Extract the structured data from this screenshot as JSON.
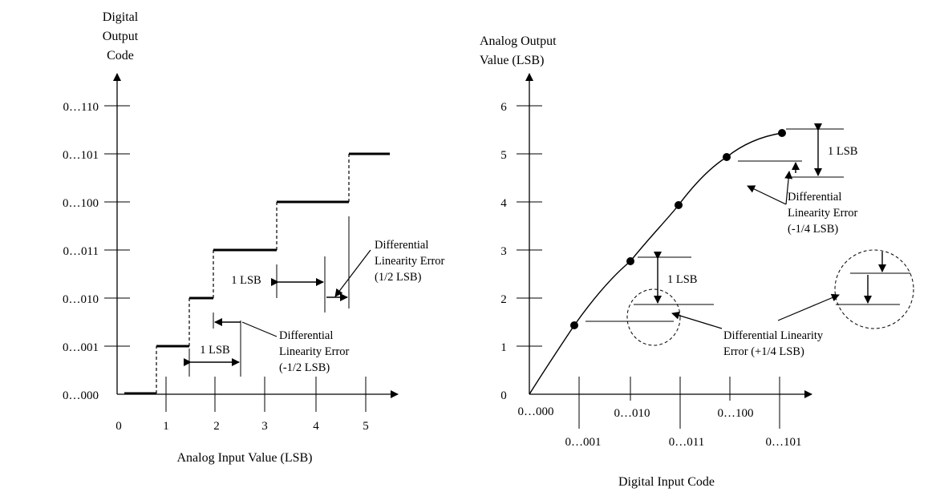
{
  "colors": {
    "ink": "#000000",
    "background": "#ffffff"
  },
  "adc": {
    "y_title": [
      "Digital",
      "Output",
      "Code"
    ],
    "y_ticks": [
      "0…000",
      "0…001",
      "0…010",
      "0…011",
      "0…100",
      "0…101",
      "0…110"
    ],
    "x_ticks": [
      "0",
      "1",
      "2",
      "3",
      "4",
      "5"
    ],
    "x_title": "Analog Input Value (LSB)",
    "lsb_label_1": "1 LSB",
    "lsb_label_2": "1 LSB",
    "dnl_pos": [
      "Differential",
      "Linearity Error",
      "(1/2 LSB)"
    ],
    "dnl_neg": [
      "Differential",
      "Linearity Error",
      "(-1/2 LSB)"
    ],
    "steps": [
      {
        "code": 0,
        "from": 0.15,
        "to": 0.8
      },
      {
        "code": 1,
        "from": 0.8,
        "to": 1.45
      },
      {
        "code": 2,
        "from": 1.45,
        "to": 1.95
      },
      {
        "code": 3,
        "from": 1.95,
        "to": 3.25
      },
      {
        "code": 4,
        "from": 3.25,
        "to": 4.65
      },
      {
        "code": 5,
        "from": 4.65,
        "to": 5.45
      }
    ]
  },
  "dac": {
    "y_title": [
      "Analog Output",
      "Value (LSB)"
    ],
    "y_ticks": [
      "0",
      "1",
      "2",
      "3",
      "4",
      "5",
      "6"
    ],
    "x_ticks_upper": [
      "0…000",
      "0…010",
      "0…100"
    ],
    "x_ticks_lower": [
      "0…001",
      "0…011",
      "0…101"
    ],
    "x_title": "Digital Input Code",
    "lsb_label_1": "1 LSB",
    "lsb_label_2": "1 LSB",
    "dnl_pos": [
      "Differential Linearity",
      "Error (+1/4 LSB)"
    ],
    "dnl_neg": [
      "Differential",
      "Linearity Error",
      "(-1/4 LSB)"
    ],
    "points": [
      {
        "code": 1,
        "value": 1.45
      },
      {
        "code": 2,
        "value": 2.75
      },
      {
        "code": 3,
        "value": 3.9
      },
      {
        "code": 4,
        "value": 4.95
      },
      {
        "code": 5,
        "value": 5.45
      }
    ]
  }
}
